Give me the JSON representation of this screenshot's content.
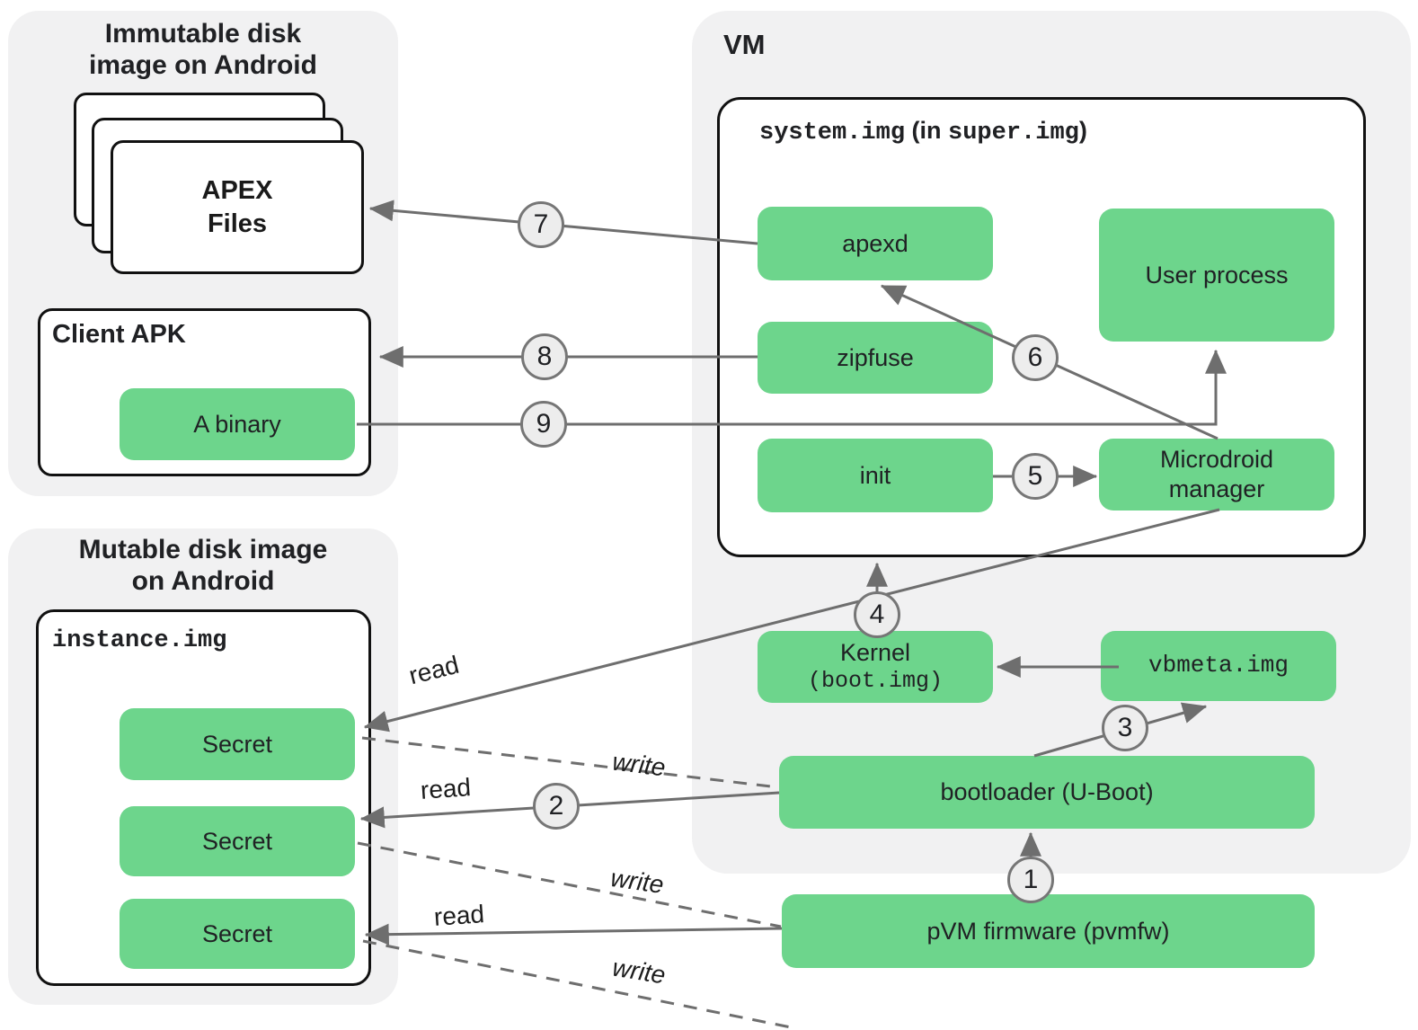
{
  "groups": {
    "immutable": {
      "title_line1": "Immutable disk",
      "title_line2": "image on Android"
    },
    "mutable": {
      "title_line1": "Mutable disk image",
      "title_line2": "on Android"
    },
    "vm": {
      "title": "VM"
    }
  },
  "boxes": {
    "apex_files": {
      "label_line1": "APEX",
      "label_line2": "Files"
    },
    "client_apk": {
      "title": "Client APK"
    },
    "a_binary": {
      "label": "A binary"
    },
    "instance_img": {
      "title": "instance.img"
    },
    "secret1": {
      "label": "Secret"
    },
    "secret2": {
      "label": "Secret"
    },
    "secret3": {
      "label": "Secret"
    },
    "system_img": {
      "title_code1": "system.img",
      "title_mid": " (in ",
      "title_code2": "super.img",
      "title_end": ")"
    },
    "apexd": {
      "label": "apexd"
    },
    "zipfuse": {
      "label": "zipfuse"
    },
    "init": {
      "label": "init"
    },
    "user_process": {
      "label": "User process"
    },
    "microdroid_manager": {
      "label_line1": "Microdroid",
      "label_line2": "manager"
    },
    "kernel": {
      "label_line1": "Kernel",
      "label_line2": "(boot.img)"
    },
    "vbmeta_img": {
      "label": "vbmeta.img"
    },
    "bootloader": {
      "label": "bootloader (U-Boot)"
    },
    "pvm_firmware": {
      "label": "pVM firmware (pvmfw)"
    }
  },
  "badges": {
    "n1": "1",
    "n2": "2",
    "n3": "3",
    "n4": "4",
    "n5": "5",
    "n6": "6",
    "n7": "7",
    "n8": "8",
    "n9": "9"
  },
  "edge_labels": {
    "read_microdroid_secret1": "read",
    "write_secret1_bootloader": "write",
    "read_bootloader_secret2": "read",
    "write_secret2_pvmfw": "write",
    "read_pvmfw_secret3": "read",
    "write_secret3_out": "write"
  },
  "colors": {
    "green": "#6dd58c",
    "container_gray": "#f1f1f2",
    "line_gray": "#6e6e6e",
    "badge_fill": "#ededed",
    "box_border": "#111111"
  }
}
